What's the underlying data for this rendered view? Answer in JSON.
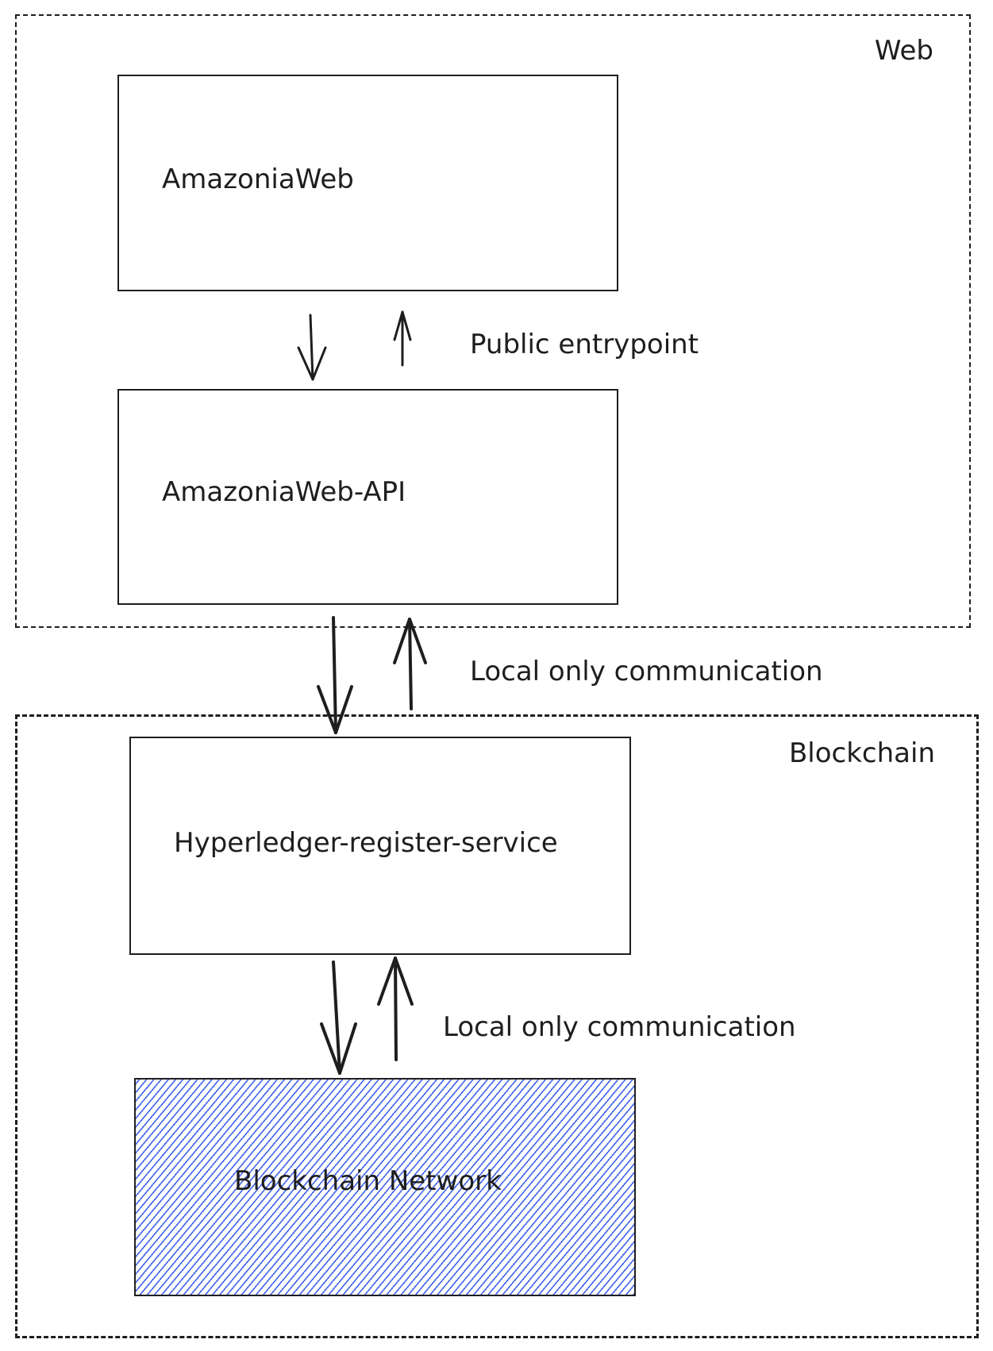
{
  "zones": {
    "web": {
      "title": "Web"
    },
    "blockchain": {
      "title": "Blockchain"
    }
  },
  "boxes": {
    "amazoniaweb": {
      "label": "AmazoniaWeb"
    },
    "api": {
      "label": "AmazoniaWeb-API"
    },
    "hyperledger": {
      "label": "Hyperledger-register-service"
    },
    "network": {
      "label": "Blockchain Network",
      "fill_color": "#4263eb"
    }
  },
  "notes": {
    "public": "Public entrypoint",
    "local_1": "Local only communication",
    "local_2": "Local only communication"
  },
  "colors": {
    "stroke": "#1e1e1e",
    "hatch": "#4263eb",
    "background": "#ffffff"
  }
}
